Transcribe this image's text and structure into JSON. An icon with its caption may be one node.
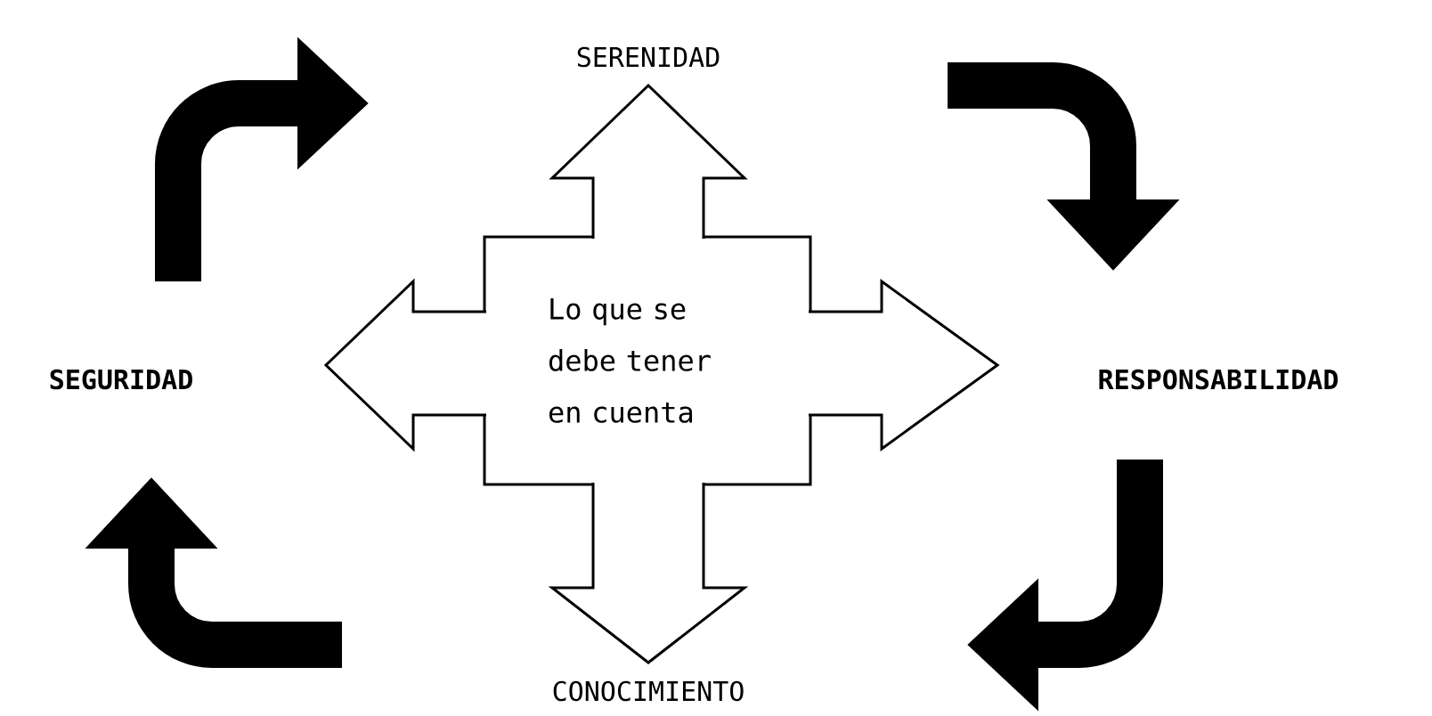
{
  "diagram": {
    "nodes": [
      {
        "text": [
          "SERENIDAD"
        ]
      },
      {
        "text": [
          "SEGURIDAD"
        ]
      },
      {
        "text": [
          "Lo que se debe tener en cuenta"
        ]
      },
      {
        "text": [
          "RESPONSABILIDAD"
        ]
      },
      {
        "text": [
          "CONOCIMIENTO"
        ]
      }
    ],
    "edges": [
      {
        "from": 2,
        "to": 0,
        "arrow": "to"
      },
      {
        "from": 2,
        "to": 1,
        "arrow": "to"
      },
      {
        "from": 2,
        "to": 3,
        "arrow": "to"
      },
      {
        "from": 2,
        "to": 4,
        "arrow": "to"
      }
    ]
  }
}
